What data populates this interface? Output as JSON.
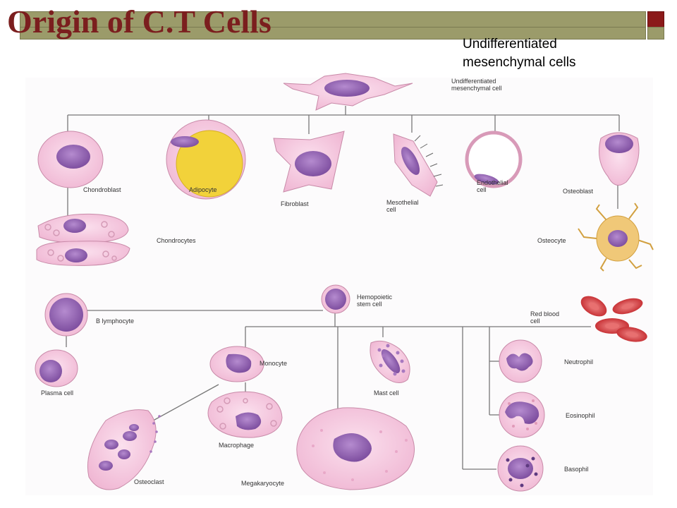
{
  "slide": {
    "title": "Origin of C.T Cells",
    "callout_line1": "Undifferentiated",
    "callout_line2": "mesenchymal cells"
  },
  "diagram": {
    "root_label_1": "Undifferentiated",
    "root_label_2": "mesenchymal cell",
    "chondroblast": "Chondroblast",
    "adipocyte": "Adipocyte",
    "fibroblast": "Fibroblast",
    "mesothelial_1": "Mesothelial",
    "mesothelial_2": "cell",
    "endothelial_1": "Endothelial",
    "endothelial_2": "cell",
    "osteoblast": "Osteoblast",
    "chondrocytes": "Chondrocytes",
    "osteocyte": "Osteocyte",
    "hemo_1": "Hemopoietic",
    "hemo_2": "stem cell",
    "b_lymphocyte": "B lymphocyte",
    "rbc_1": "Red blood",
    "rbc_2": "cell",
    "plasma_cell": "Plasma cell",
    "monocyte": "Monocyte",
    "mast_cell": "Mast cell",
    "neutrophil": "Neutrophil",
    "eosinophil": "Eosinophil",
    "macrophage": "Macrophage",
    "osteoclast": "Osteoclast",
    "megakaryocyte": "Megakaryocyte",
    "basophil": "Basophil"
  },
  "colors": {
    "title": "#7b1e1e",
    "banner": "#9b9b6a",
    "accent_square": "#8b1a1a",
    "cell_body": "#f4c6dc",
    "nucleus": "#8a5aa8",
    "fat_droplet": "#f2d23a",
    "red_blood_cell": "#d9363a",
    "osteocyte_body": "#f0c878"
  }
}
